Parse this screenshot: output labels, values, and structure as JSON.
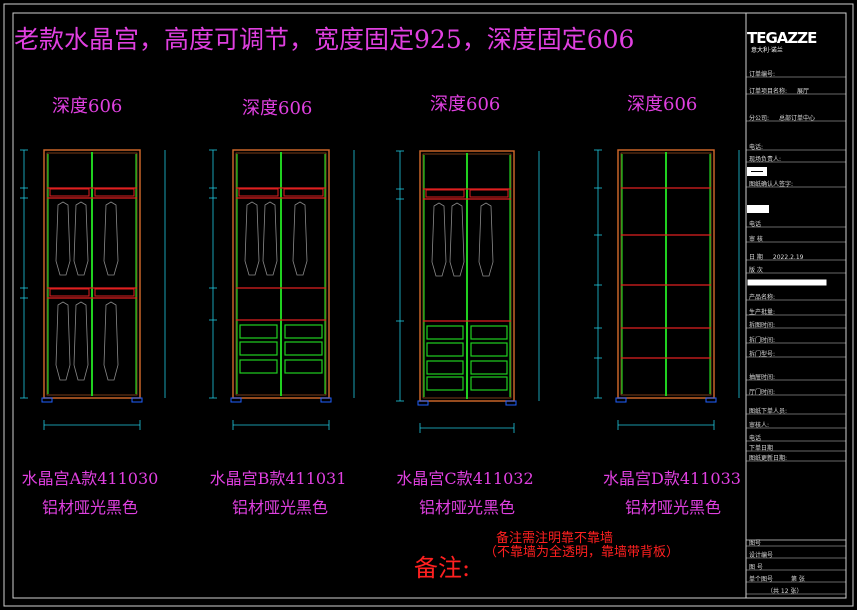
{
  "title": "老款水晶宫，高度可调节，宽度固定925，深度固定606",
  "depth_labels": [
    "深度606",
    "深度606",
    "深度606",
    "深度606"
  ],
  "cabinets": [
    {
      "model": "水晶宫A款411030",
      "finish": "铝材哑光黑色"
    },
    {
      "model": "水晶宫B款411031",
      "finish": "铝材哑光黑色"
    },
    {
      "model": "水晶宫C款411032",
      "finish": "铝材哑光黑色"
    },
    {
      "model": "水晶宫D款411033",
      "finish": "铝材哑光黑色"
    }
  ],
  "remark": {
    "label": "备注:",
    "line1": "备注需注明靠不靠墙",
    "line2": "（不靠墙为全透明，靠墙带背板）"
  },
  "title_block": {
    "logo": "TEGAZZE",
    "logo_sub": "意大利·诺兰",
    "rows": [
      {
        "label": "订单编号:",
        "value": ""
      },
      {
        "label": "订单项目名称:",
        "value": "展厅"
      },
      {
        "label": "分公司:",
        "value": "总部订单中心"
      },
      {
        "label": "电话:",
        "value": ""
      },
      {
        "label": "现场负责人:",
        "value": ""
      },
      {
        "label": "图纸确认人签字:",
        "value": ""
      },
      {
        "label": "电话",
        "value": ""
      },
      {
        "label": "审 核",
        "value": ""
      },
      {
        "label": "日 期",
        "value": "2022.2.19"
      },
      {
        "label": "版 次",
        "value": ""
      },
      {
        "label": "产品名称:",
        "value": ""
      },
      {
        "label": "生产批量:",
        "value": ""
      },
      {
        "label": "拆图时间:",
        "value": ""
      },
      {
        "label": "拆门时间:",
        "value": ""
      },
      {
        "label": "拆门型号:",
        "value": ""
      },
      {
        "label": "抽屉时间:",
        "value": ""
      },
      {
        "label": "厅门时间:",
        "value": ""
      },
      {
        "label": "图纸下单人员:",
        "value": ""
      },
      {
        "label": "审核人:",
        "value": ""
      },
      {
        "label": "电话",
        "value": ""
      },
      {
        "label": "下单日期",
        "value": ""
      },
      {
        "label": "图纸更新日期:",
        "value": ""
      }
    ],
    "bottom": [
      {
        "label": "图号",
        "value": ""
      },
      {
        "label": "设计编号",
        "value": ""
      },
      {
        "label": "图 号",
        "value": ""
      },
      {
        "label": "单个图号",
        "value": "第 张"
      },
      {
        "label": "",
        "value": "（共 12 张）"
      }
    ]
  },
  "colors": {
    "frame": "#c86428",
    "green": "#20d020",
    "red": "#e02020",
    "magenta": "#e040e0",
    "dim": "#20c8e0",
    "border": "#d0d0d0"
  }
}
